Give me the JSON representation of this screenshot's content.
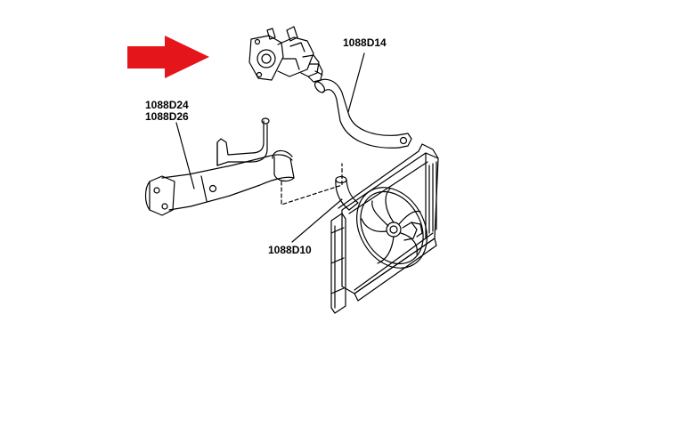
{
  "labels": {
    "d14": "1088D14",
    "d24": "1088D24",
    "d26": "1088D26",
    "d10": "1088D10"
  },
  "colors": {
    "arrow": "#e4161b",
    "line": "#000000",
    "background": "#ffffff"
  },
  "icons": {
    "pointer": "red-arrow-icon"
  }
}
